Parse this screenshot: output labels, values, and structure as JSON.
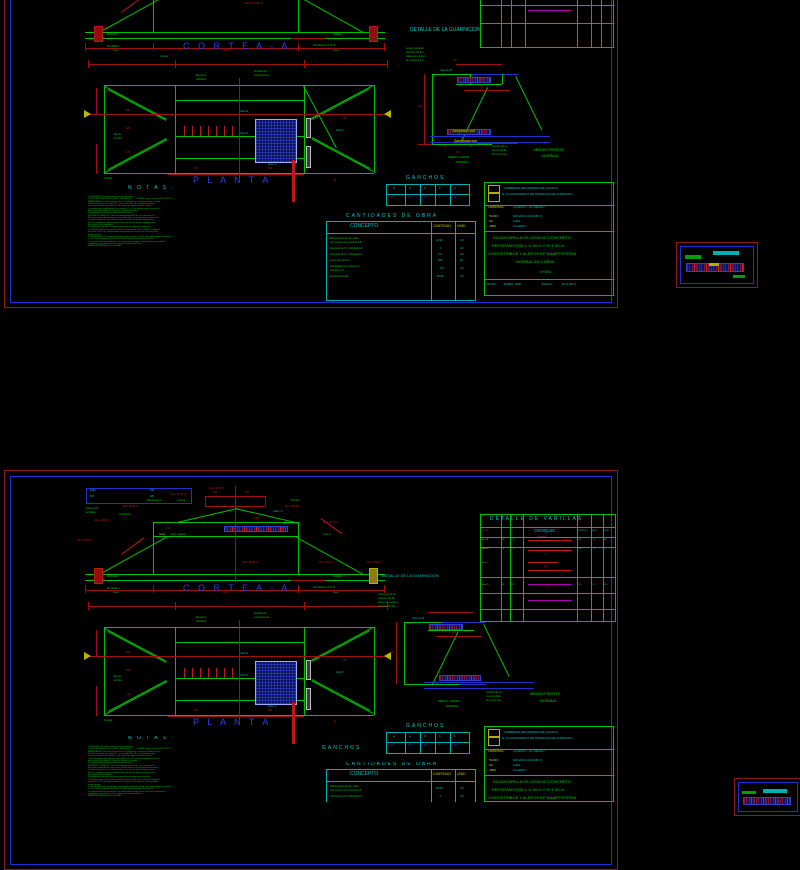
{
  "document": {
    "kind": "cad-drawing-viewer",
    "background_color": "#000000",
    "sheet_border_color": "#8b1a1a",
    "frame_color": "#1f30d8",
    "line_color": "#00c000",
    "dim_color": "#c01818",
    "title_text_color": "#2030c8"
  },
  "sheets": [
    {
      "name": "sheet-upper",
      "scale_label": ""
    },
    {
      "name": "sheet-lower",
      "scale_label": ""
    }
  ],
  "labels": {
    "corte_aa": "C O R T E   A - A",
    "planta": "P L A N T A",
    "notas": "N O T A S :",
    "detalle_guarnicion": "DETALLE DE LA GUARNICION",
    "medio_corte_normal": "MEDIO CORTE",
    "medio_corte_normal2": "NORMAL",
    "medio_frente_normal": "MEDIO FRENTE",
    "medio_frente_normal2": "NORMAL",
    "ganchos": "GANCHOS",
    "detalle_varillas": "DETALLE DE VARILLAS",
    "croquis": "CROQUIS",
    "entrada": "Entrada",
    "salida": "Salida",
    "pendiente": "Pendiente 2.0 %",
    "eje_carretera_1": "Eje de la",
    "eje_carretera_2": "carretera",
    "sentido_1": "Sentido del",
    "sentido_2": "escurrimiento",
    "eje_obra_1": "Eje de",
    "eje_obra_2": "la obra",
    "alero": "Alero",
    "dentellon": "Dentellon",
    "cuneta": "Cuneta",
    "corona": "Corona",
    "guarnicion": "Guarnicion",
    "hombro": "Hombro",
    "subrasante": "Sub - rasante",
    "capa": "Capa",
    "mampostería": "Mamposteria",
    "varilla_a_b": "Vars. A y B",
    "varilla_c": "Vars. C",
    "varilla_d": "Vars. D",
    "varilla_e": "Vars. E",
    "varilla_f": "Vars. F",
    "varilla_g": "Vars. G",
    "zampeado_1": "Zampeado con",
    "zampeado_2": "mortero de ce-",
    "zampeado_3": "mento 1:4 de",
    "zampeado_4": "20 cm de esp.",
    "losa_1": "Losa y cama de",
    "losa_2": "concreto de 3a.",
    "losa_3": "clase con mortero",
    "losa_4": "de cemento 1:4",
    "lecho_1": "Lecho y guarnicion",
    "lecho_2": "de Concreto f'c=150",
    "corona_dim_1": "Corona del",
    "corona_dim_2": "terraplen"
  },
  "title_block": {
    "gov_line_1": "GOBIERNO DEL ESTADO DE JALISCO",
    "gov_line_2": "H. AYUNTAMIENTO DE TAMAZULA DE GORDIANO",
    "row_carretera_label": "CARRETERA :",
    "row_carretera_value": "LA GARITA   —   EL TABLILLO",
    "row_tramo_label": "TRAMO :",
    "row_tramo_value": "KM 0+000   A KM 0+880.71",
    "row_km_label": "KM :",
    "row_km_value": "0+604",
    "row_obra_label": "OBRA :",
    "row_obra_value": "LA GARITA",
    "project_line_1": "ALCANTARILLA DE LOSA DE CONCRETO",
    "project_line_2": "REFORZADO DE L=1.00 m Y H=1.00 m",
    "project_line_3": "CON ESTRIBOS Y ALEROS DE MAMPOSTERIA",
    "project_line_4": "NORMAL EN CURVA",
    "project_station": "0+604",
    "footer_fecha_label": "FECHA :",
    "footer_fecha_value": "MARZO - 2005",
    "footer_escala_label": "ESCALA :",
    "footer_escala_value": "EL PLANO 1:",
    "footer_hoja": "HOJA"
  },
  "quantities_table": {
    "title": "CANTIDADES DE OBRA",
    "headers": [
      "CONCEPTO",
      "CANTIDAD",
      "UNID"
    ],
    "rows": [
      {
        "concepto_l1": "Mamposteria de 3a. clase",
        "concepto_l2": "con mortero de cemento 1:5",
        "cantidad": "22.90",
        "unidad": "m3"
      },
      {
        "concepto_l1": "Concreto de f'c= 100 Kg/cm2",
        "concepto_l2": "",
        "cantidad": "1",
        "unidad": "m3"
      },
      {
        "concepto_l1": "Concreto de f'c= 150 Kg/cm2",
        "concepto_l2": "",
        "cantidad": "3.0",
        "unidad": "m3"
      },
      {
        "concepto_l1": "Acero de refuerzo",
        "concepto_l2": "",
        "cantidad": "578",
        "unidad": "Kg"
      },
      {
        "concepto_l1": "Zampeado con mortero de",
        "concepto_l2": "cemento 1:5",
        "cantidad": "4.8",
        "unidad": "m2"
      },
      {
        "concepto_l1": "Excavacion total",
        "concepto_l2": "",
        "cantidad": "48.90",
        "unidad": "m3"
      }
    ]
  },
  "ganchos_table": {
    "title": "GANCHOS",
    "headers": [
      "ø",
      "a",
      "ß",
      "δ",
      "h"
    ],
    "values": [
      "1.27",
      "2.0",
      "10",
      "6",
      "30"
    ]
  },
  "varillas_table": {
    "title": "DETALLE DE VARILLAS",
    "headers": [
      "VARS.",
      "ø",
      "#",
      "CROQUIS",
      "LONGITUD",
      "NUM",
      "PESO"
    ],
    "croquis_label": "CROQUIS",
    "rows": [
      {
        "vars": "Vars. A",
        "o": "19",
        "n": "1.27",
        "longitud": "Longitud",
        "num": "314",
        "peso_a": "13",
        "peso_b": "48"
      },
      {
        "vars": "Vars. B",
        "o": "6",
        "n": "1.27",
        "longitud": "2.22",
        "num": "106",
        "peso_a": "18",
        "peso_b": "7"
      },
      {
        "vars": "Vars. C",
        "o": "",
        "n": "",
        "longitud": "2.82",
        "num": "",
        "peso_a": "",
        "peso_b": ""
      },
      {
        "vars": "Vars. D",
        "o": "19",
        "n": "1.27",
        "longitud": "3.5",
        "num": "195",
        "peso_a": "12",
        "peso_b": "870"
      }
    ]
  },
  "corte_annotations": {
    "elev_entrada": "Elev.  95.80 m",
    "elev_left_1": "Elev.  96.46 m",
    "elev_left_2": "Elev.  96.81 m",
    "elev_corona": "Elev.  98.74 m",
    "elev_rasante": "Elev.  98.79 m",
    "elev_hombro": "Elev.  98.88 m",
    "elev_sub": "Elev.  98.50 m",
    "elev_sub2": "Elev.  98.54 m",
    "elev_right_1": "Elev.  98.72 m",
    "elev_right_2": "Elev.  98.24 m",
    "elev_salida": "Elev.  95.60 m",
    "slope_left": "1.3%",
    "slope_right": "-1.3%",
    "slope_l2": "1.5%",
    "slope_r2": "1.5%",
    "dim_300": "300",
    "dim_400": "400",
    "dim_600": "600",
    "dim_100": "100",
    "dim_275": "275",
    "dim_527": "527",
    "dim_540": "540",
    "dim_185": "185",
    "dim_186": "186",
    "dim_170": "170",
    "dim_178": "178",
    "dim_1000": "1000",
    "dim_20": "20",
    "dim_30": "30",
    "dim_110": "110",
    "dim_84": "84",
    "dim_56": "56",
    "dim_119": "119",
    "dim_15": "15",
    "dim_16": "16",
    "dim_delta": "δ"
  },
  "notes_text": "LOCALIZACION: Sobre traza hecha en 2004 por :\nVENTURA CONSTRUCCIONES , S.A. DE C.V.        CURVA: Cargo vivo tipo HS-15 HS-20\nMATERIALES: Losa de concreto de f'c= 150Kg/cm2, cuyos aceros de los estri-\nbos 'A' se recibira a la orilla 'B' — Los varillas 'A' y 'B' se colocaran segun\nel eje del camino, los varillas 'C' se colocaran segun el eje de la obra.\nLa mamposteria indicada para las varillas 'C' y 'D' se debera seguir el eje de la\nobra y para las varillas 'D' segun el eje de la carretera.\nEl recubrimiento superior e inferior sera de 3 cm\nESTRIBOS Y ALEROS.- Seran de mamposteria de 3a. con cemento 1:5\nEl ancho minimo de las zonas sera el indicado en caso de que se encuentre\nel terreno natural en una altura mayor, sera en este punto, hasta a juicio\ndel Ing. residente la altura definitiva del muro de los aleros y la proteccion\ndel talud de los terraplenes.\nEl zampeado sera de un material segun de una fatiga de trabajo de\n1.5 Kg/cm2, para ello se podra reducir su dimension a juicio del Ing. residente\nhasta un 1.0 25 cm, observandose los tirantes de cuerpo y el visto del perdi-\nda de seccion.\nPRECISIONES: En centimetros, elevaciones relativas al B.M. N=1 sobre grupo se guarda\na 1.0.75 el levantado de Calzada. Cuando una excavacion de 20.234 m\nLos elevaciones corresponden a la mamposteria segun el eje de la obra excepto las\nindicadas en las graficas y otras que son propias de lluvia.\nMAMPOSTERIA: Ejes los de la ART."
}
